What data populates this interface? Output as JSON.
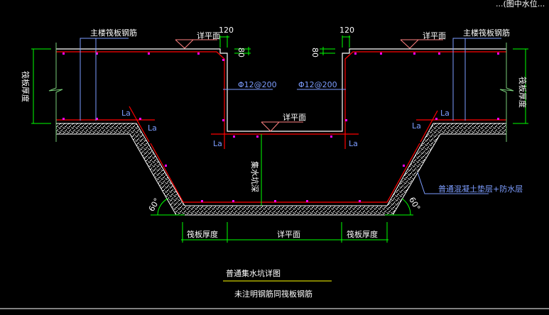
{
  "drawing": {
    "title": "普通集水坑详图",
    "subtitle": "未注明钢筋同筏板钢筋",
    "top_right_text": "...(图中水位...",
    "labels": {
      "main_slab_rebar_left": "主楼筏板钢筋",
      "main_slab_rebar_right": "主楼筏板钢筋",
      "see_plan_left": "详平面",
      "see_plan_right": "详平面",
      "see_plan_center": "详平面",
      "dim_120_left": "120",
      "dim_120_right": "120",
      "dim_80_left": "80",
      "dim_80_right": "80",
      "rebar_left": "Φ12@200",
      "rebar_right": "Φ12@200",
      "la": "La",
      "slab_thickness_left": "筏板厚度",
      "slab_thickness_right": "筏板厚度",
      "pit_depth": "集水坑深",
      "cushion": "普通混凝土垫层+防水层",
      "angle": "60°",
      "bottom_dim_left": "筏板厚度",
      "bottom_dim_center": "详平面",
      "bottom_dim_right": "筏板厚度"
    },
    "colors": {
      "background": "#000000",
      "concrete": "#ffffff",
      "rebar": "#ff0000",
      "dimension": "#00ff00",
      "leader": "#7d9dff",
      "rebar_dot": "#ff00ff",
      "elevation_mark": "#ff8080",
      "title_underline": "#ffff00"
    }
  }
}
